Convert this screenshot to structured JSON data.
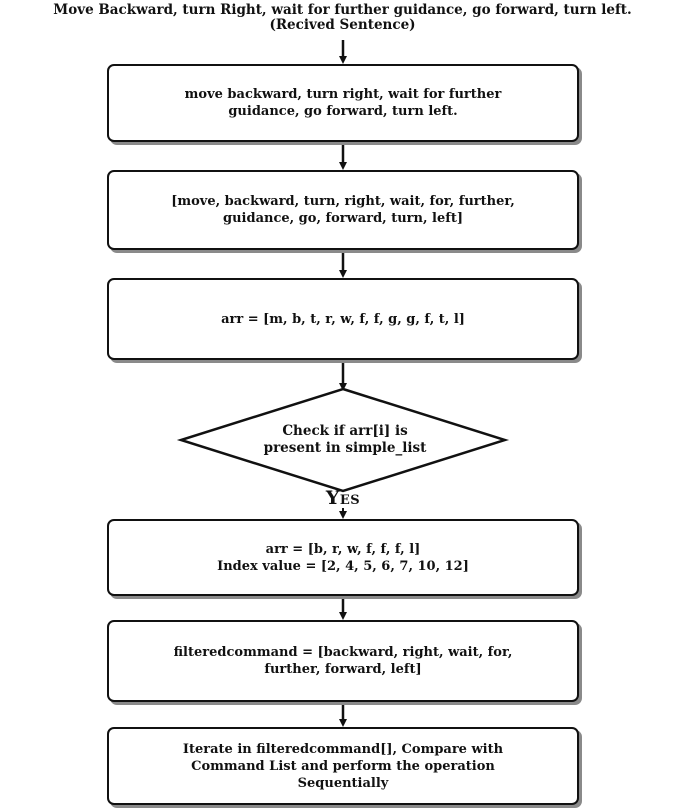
{
  "diagram": {
    "input_sentence": "Move Backward, turn Right, wait for further guidance, go forward, turn left.",
    "input_caption": "(Recived Sentence)",
    "steps": [
      {
        "lines": [
          "move backward, turn right, wait for further",
          "guidance, go forward, turn left."
        ]
      },
      {
        "lines": [
          "[move, backward, turn, right, wait, for, further,",
          "guidance, go, forward, turn, left]"
        ]
      },
      {
        "lines": [
          "arr = [m, b, t, r, w, f, f, g, g, f, t, l]"
        ]
      }
    ],
    "decision": {
      "lines": [
        "Check if arr[i] is",
        "present in simple_list"
      ],
      "yes_label": "Yes"
    },
    "results": [
      {
        "lines": [
          "arr = [b, r, w, f, f, f, l]",
          "Index value = [2, 4, 5, 6, 7, 10, 12]"
        ]
      },
      {
        "lines": [
          "filteredcommand = [backward,  right, wait, for,",
          "further, forward, left]"
        ]
      },
      {
        "lines": [
          "Iterate in filteredcommand[], Compare with",
          "Command List and perform the operation",
          "Sequentially"
        ]
      }
    ]
  }
}
